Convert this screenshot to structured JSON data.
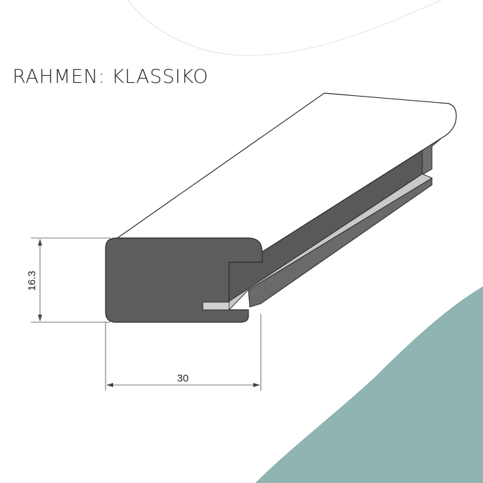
{
  "title": "RAHMEN: KLASSIKO",
  "dimensions": {
    "height_label": "16.3",
    "width_label": "30"
  },
  "colors": {
    "background": "#ffffff",
    "wave": "#8fb4b2",
    "profile_face": "#5d5d5d",
    "profile_side": "#6c6c6c",
    "top_surface": "#ffffff",
    "outline": "#2a2a2a",
    "dimension_line": "#444444"
  }
}
